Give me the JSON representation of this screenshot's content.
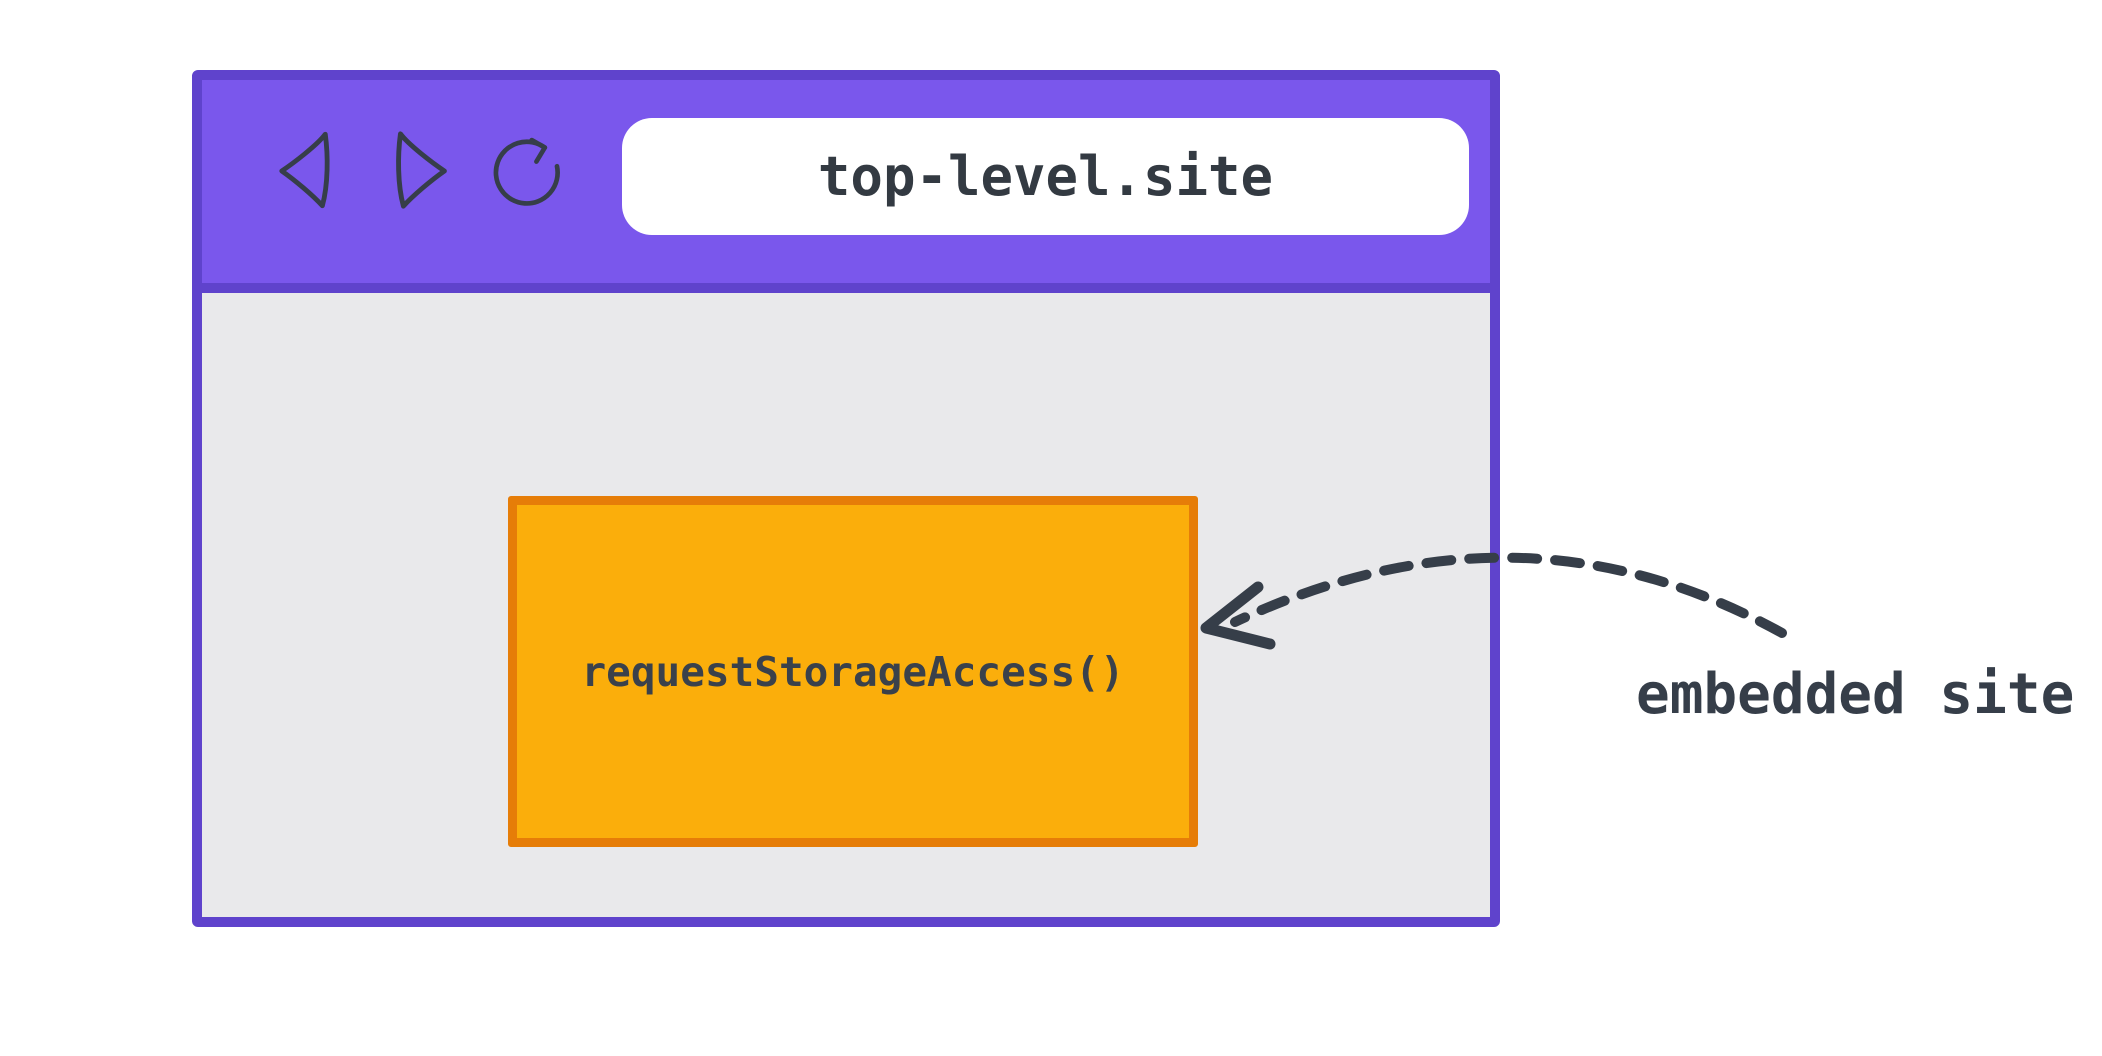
{
  "browser_window": {
    "nav": {
      "back_icon": "back-icon",
      "forward_icon": "forward-icon",
      "refresh_icon": "refresh-icon"
    },
    "address_bar": {
      "value": "top-level.site"
    },
    "embedded_frame": {
      "label": "requestStorageAccess()"
    }
  },
  "annotation": {
    "label": "embedded site",
    "arrow_icon": "dashed-curved-arrow"
  },
  "colors": {
    "toolbar_purple": "#7a57ec",
    "window_border_purple": "#5f43cc",
    "viewport_gray": "#e9e9eb",
    "embed_fill_orange": "#fbae0b",
    "embed_border_orange": "#e67d08",
    "ink_dark_slate": "#363e49",
    "address_bar_white": "#ffffff"
  }
}
